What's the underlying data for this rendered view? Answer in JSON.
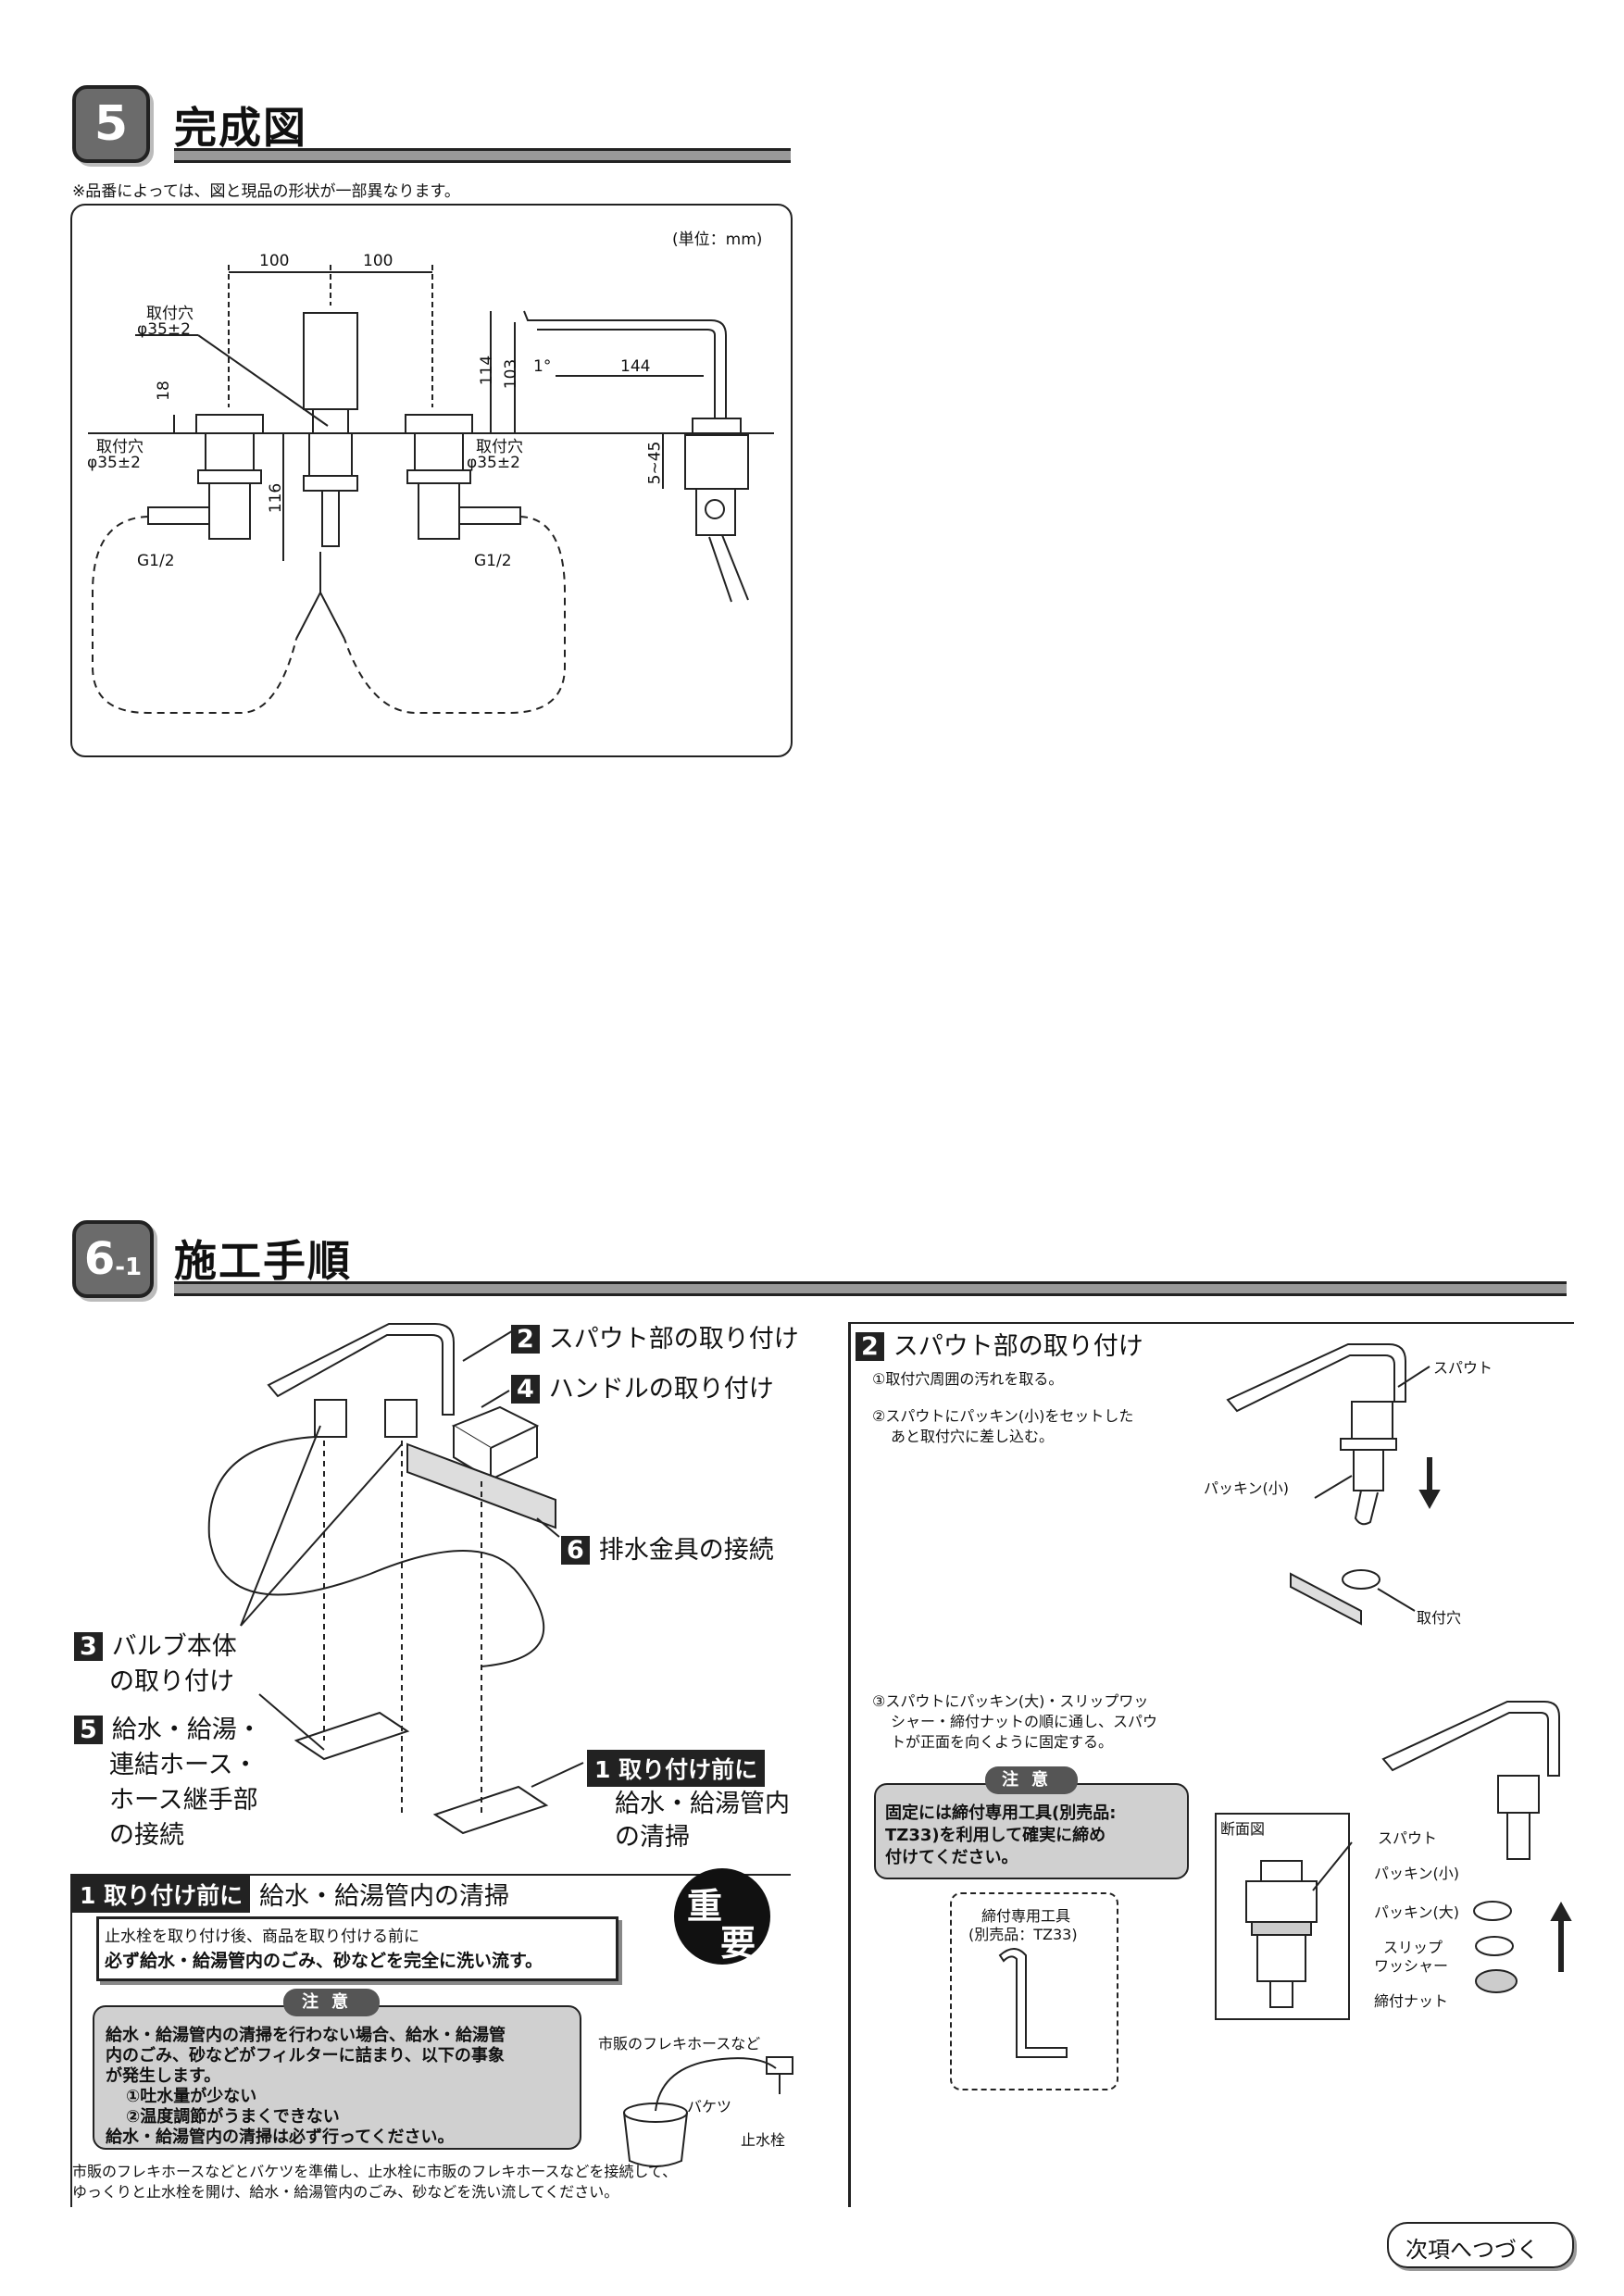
{
  "section5": {
    "number": "5",
    "title": "完成図",
    "note": "※品番によっては、図と現品の形状が一部異なります。",
    "unit": "(単位：mm)",
    "dims": {
      "d100a": "100",
      "d100b": "100",
      "hole_label_1": "取付穴",
      "hole_dim_1": "φ35±2",
      "hole_label_2": "取付穴",
      "hole_dim_2": "φ35±2",
      "hole_label_3": "取付穴",
      "hole_dim_3": "φ35±2",
      "d18": "18",
      "d116": "116",
      "g12a": "G1/2",
      "g12b": "G1/2",
      "d114": "114",
      "d103": "103",
      "angle": "1°",
      "d144": "144",
      "d545": "5~45"
    }
  },
  "section6": {
    "number_main": "6",
    "number_sub": "-1",
    "title": "施工手順",
    "callouts": {
      "c2_num": "2",
      "c2_text": "スパウト部の取り付け",
      "c4_num": "4",
      "c4_text": "ハンドルの取り付け",
      "c6_num": "6",
      "c6_text": "排水金具の接続",
      "c3_num": "3",
      "c3_line1": "バルブ本体",
      "c3_line2": "の取り付け",
      "c5_num": "5",
      "c5_line1": "給水・給湯・",
      "c5_line2": "連結ホース・",
      "c5_line3": "ホース継手部",
      "c5_line4": "の接続",
      "c1_head": "1 取り付け前に",
      "c1_line1": "給水・給湯管内",
      "c1_line2": "の清掃"
    },
    "prep": {
      "head": "1 取り付け前に",
      "title": "給水・給湯管内の清掃",
      "important1": "重",
      "important2": "要",
      "line1": "止水栓を取り付け後、商品を取り付ける前に",
      "line2": "必ず給水・給湯管内のごみ、砂などを完全に洗い流す。",
      "caution_tag": "注意",
      "caution1": "給水・給湯管内の清掃を行わない場合、給水・給湯管",
      "caution2": "内のごみ、砂などがフィルターに詰まり、以下の事象",
      "caution3": "が発生します。",
      "caution4": "①吐水量が少ない",
      "caution5": "②温度調節がうまくできない",
      "caution6": "給水・給湯管内の清掃は必ず行ってください。",
      "fig_label1": "市販のフレキホースなど",
      "fig_label2": "バケツ",
      "fig_label3": "止水栓",
      "foot1": "市販のフレキホースなどとバケツを準備し、止水栓に市販のフレキホースなどを接続して、",
      "foot2": "ゆっくりと止水栓を開け、給水・給湯管内のごみ、砂などを洗い流してください。"
    },
    "spout": {
      "num": "2",
      "title": "スパウト部の取り付け",
      "s1": "①取付穴周囲の汚れを取る。",
      "s2a": "②スパウトにパッキン(小)をセットした",
      "s2b": "あと取付穴に差し込む。",
      "lbl_spout": "スパウト",
      "lbl_packing_small": "パッキン(小)",
      "lbl_hole": "取付穴",
      "s3a": "③スパウトにパッキン(大)・スリップワッ",
      "s3b": "シャー・締付ナットの順に通し、スパウ",
      "s3c": "トが正面を向くように固定する。",
      "caution_tag": "注意",
      "caution1": "固定には締付専用工具(別売品:",
      "caution2": "TZ33)を利用して確実に締め",
      "caution3": "付けてください。",
      "tool1": "締付専用工具",
      "tool2": "(別売品：TZ33)",
      "section_label": "断面図",
      "lbl2_spout": "スパウト",
      "lbl2_small": "パッキン(小)",
      "lbl2_large": "パッキン(大)",
      "lbl2_slip1": "スリップ",
      "lbl2_slip2": "ワッシャー",
      "lbl2_nut": "締付ナット"
    },
    "next": "次項へつづく"
  }
}
